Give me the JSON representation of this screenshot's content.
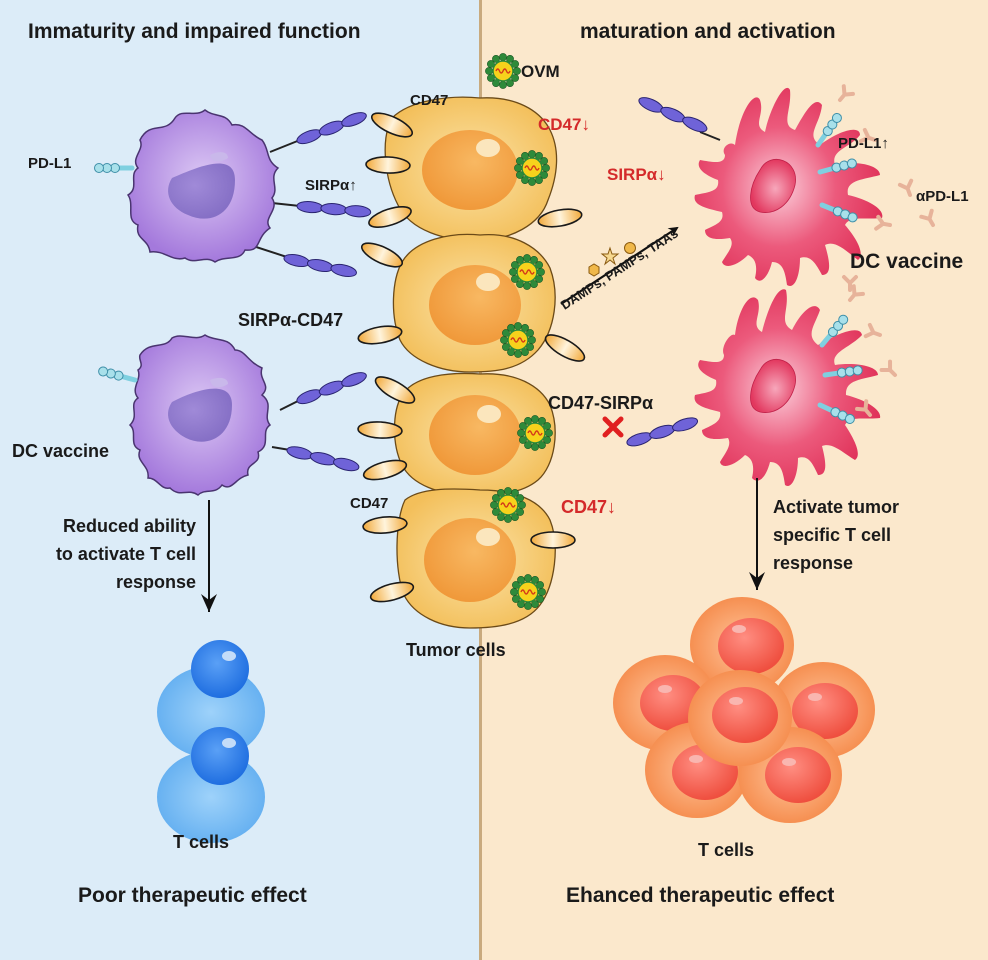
{
  "panels": {
    "left": {
      "title": "Immaturity and impaired function",
      "labels": {
        "pd_l1": "PD-L1",
        "sirpa_up": "SIRPα↑",
        "sirpa_cd47": "SIRPα-CD47",
        "dc_vaccine": "DC vaccine",
        "cd47_bottom": "CD47",
        "arrow_text": "Reduced ability\nto activate T cell\nresponse",
        "t_cells": "T cells",
        "outcome": "Poor therapeutic effect"
      }
    },
    "center": {
      "cd47_top": "CD47",
      "tumor_cells": "Tumor cells",
      "ovm": "OVM"
    },
    "right": {
      "title": "maturation and activation",
      "labels": {
        "cd47_down_top": "CD47↓",
        "sirpa_down": "SIRPα↓",
        "signals": "DAMPs, PAMPs, TAAs",
        "pd_l1_up": "PD-L1↑",
        "anti_pd_l1": "αPD-L1",
        "dc_vaccine": "DC vaccine",
        "cd47_sirpa": "CD47-SIRPα",
        "cd47_down_bottom": "CD47↓",
        "arrow_text": "Activate tumor\nspecific T cell\nresponse",
        "t_cells": "T cells",
        "outcome": "Ehanced therapeutic effect"
      }
    }
  },
  "colors": {
    "left_bg": "#dcecf8",
    "right_bg": "#fbe8cc",
    "immature_dc": "#a97fdb",
    "mature_dc": "#e0335a",
    "tumor_cell": "#f6c86a",
    "naive_t_cell": "#6ab4f0",
    "active_t_cell": "#f58a4a",
    "highlight_red": "#d42a2a",
    "sirpa_chain": "#6f63d8",
    "ovm_green": "#2e8a3a"
  }
}
